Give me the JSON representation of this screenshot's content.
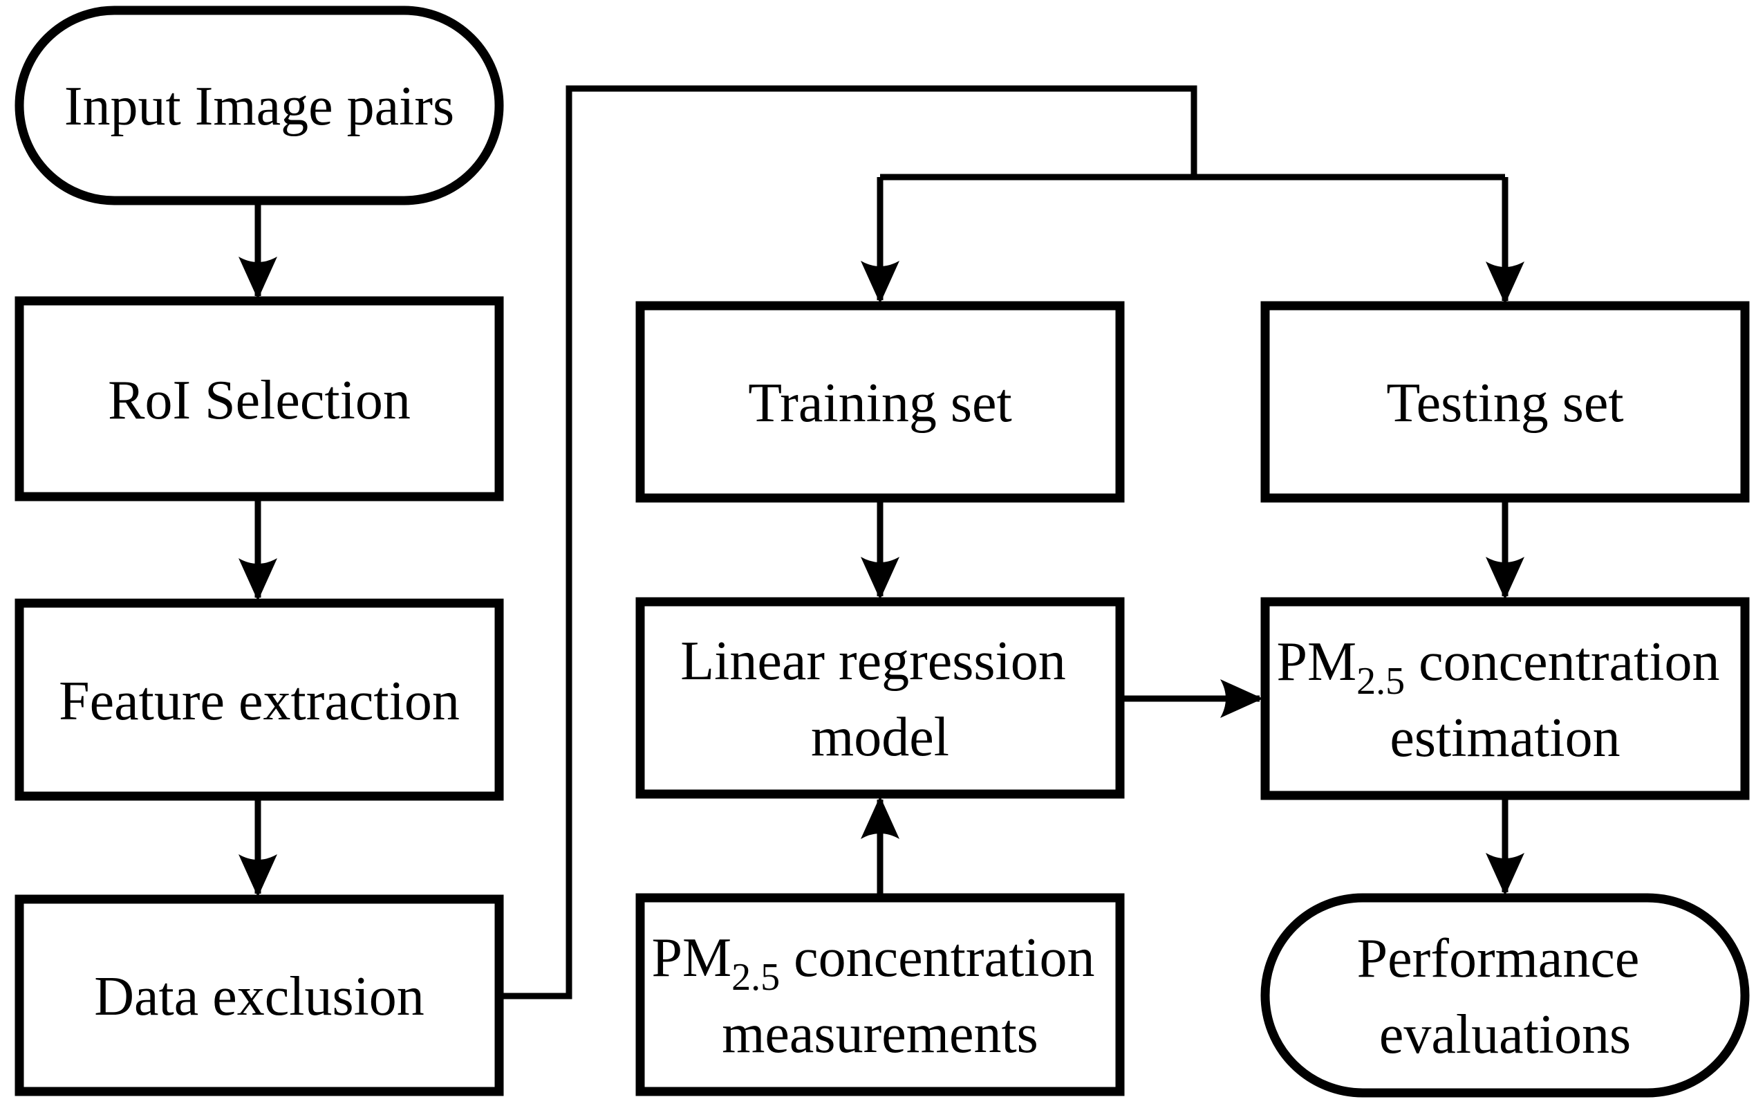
{
  "colors": {
    "ink": "#000000",
    "paper": "#ffffff"
  },
  "nodes": {
    "input_image_pairs": {
      "label": "Input Image pairs",
      "shape": "terminator"
    },
    "roi_selection": {
      "label": "RoI Selection",
      "shape": "process"
    },
    "feature_extraction": {
      "label": "Feature extraction",
      "shape": "process"
    },
    "data_exclusion": {
      "label": "Data exclusion",
      "shape": "process"
    },
    "training_set": {
      "label": "Training set",
      "shape": "process"
    },
    "testing_set": {
      "label": "Testing set",
      "shape": "process"
    },
    "linear_regression_model": {
      "line1": "Linear regression",
      "line2": "model",
      "shape": "process"
    },
    "pm_estimation": {
      "line1_pre": "PM",
      "line1_sub": "2.5",
      "line1_post": " concentration",
      "line2": "estimation",
      "shape": "process"
    },
    "pm_measurements": {
      "line1_pre": "PM",
      "line1_sub": "2.5",
      "line1_post": " concentration",
      "line2": "measurements",
      "shape": "process"
    },
    "performance_evaluations": {
      "line1": "Performance",
      "line2": "evaluations",
      "shape": "terminator"
    }
  },
  "edges": [
    {
      "from": "input_image_pairs",
      "to": "roi_selection"
    },
    {
      "from": "roi_selection",
      "to": "feature_extraction"
    },
    {
      "from": "feature_extraction",
      "to": "data_exclusion"
    },
    {
      "from": "data_exclusion",
      "to": "training_set"
    },
    {
      "from": "data_exclusion",
      "to": "testing_set"
    },
    {
      "from": "training_set",
      "to": "linear_regression_model"
    },
    {
      "from": "pm_measurements",
      "to": "linear_regression_model"
    },
    {
      "from": "linear_regression_model",
      "to": "pm_estimation"
    },
    {
      "from": "testing_set",
      "to": "pm_estimation"
    },
    {
      "from": "pm_estimation",
      "to": "performance_evaluations"
    }
  ]
}
